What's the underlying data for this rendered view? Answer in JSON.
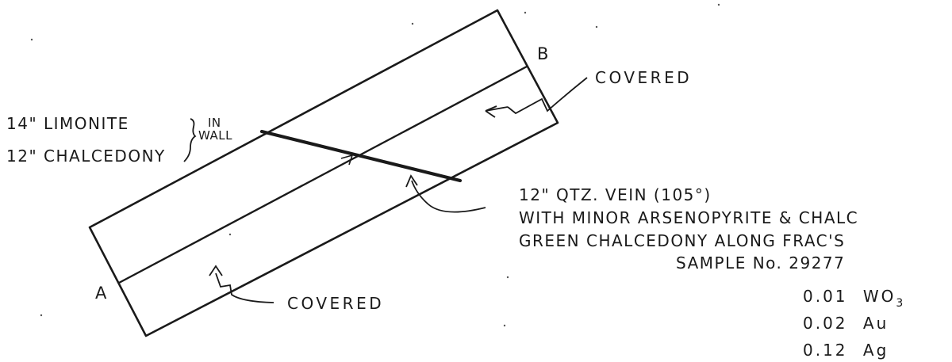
{
  "points": {
    "a": "A",
    "b": "B"
  },
  "labels": {
    "covered_top": "COVERED",
    "covered_bottom": "COVERED",
    "limonite": "14\" LIMONITE",
    "chalcedony": "12\" CHALCEDONY",
    "in": "IN",
    "wall": "WALL"
  },
  "vein_note": {
    "line1": "12\" QTZ. VEIN (105°)",
    "line2": "WITH MINOR ARSENOPYRITE & CHALC",
    "line3": "GREEN CHALCEDONY ALONG FRAC'S",
    "sample": "SAMPLE No. 29277"
  },
  "assays": [
    {
      "value": "0.01",
      "element": "WO",
      "subscript": "3"
    },
    {
      "value": "0.02",
      "element": "Au",
      "subscript": ""
    },
    {
      "value": "0.12",
      "element": "Ag",
      "subscript": ""
    }
  ],
  "colors": {
    "ink": "#1a1a1a",
    "paper": "#ffffff"
  }
}
